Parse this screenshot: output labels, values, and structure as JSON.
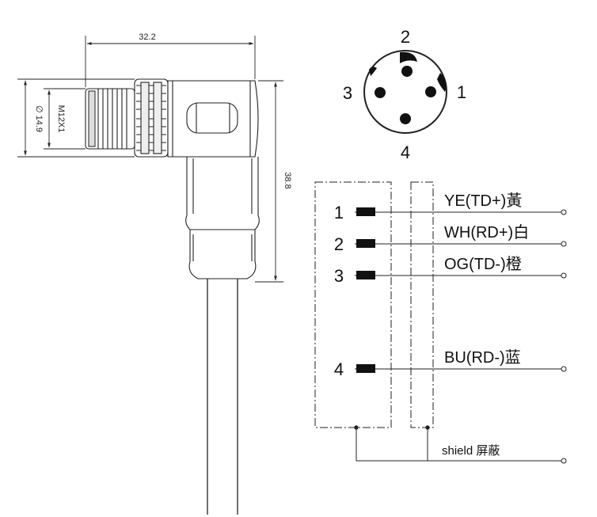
{
  "dimensions": {
    "length": "32.2",
    "height": "38.8",
    "diameter": "∅ 14.9",
    "thread": "M12X1"
  },
  "face_pins": [
    "1",
    "2",
    "3",
    "4"
  ],
  "wiring": [
    {
      "pin": "1",
      "label": "YE(TD+)黃"
    },
    {
      "pin": "2",
      "label": "WH(RD+)白"
    },
    {
      "pin": "3",
      "label": "OG(TD-)橙"
    },
    {
      "pin": "4",
      "label": "BU(RD-)蓝"
    }
  ],
  "shield_label": "shield 屏蔽"
}
